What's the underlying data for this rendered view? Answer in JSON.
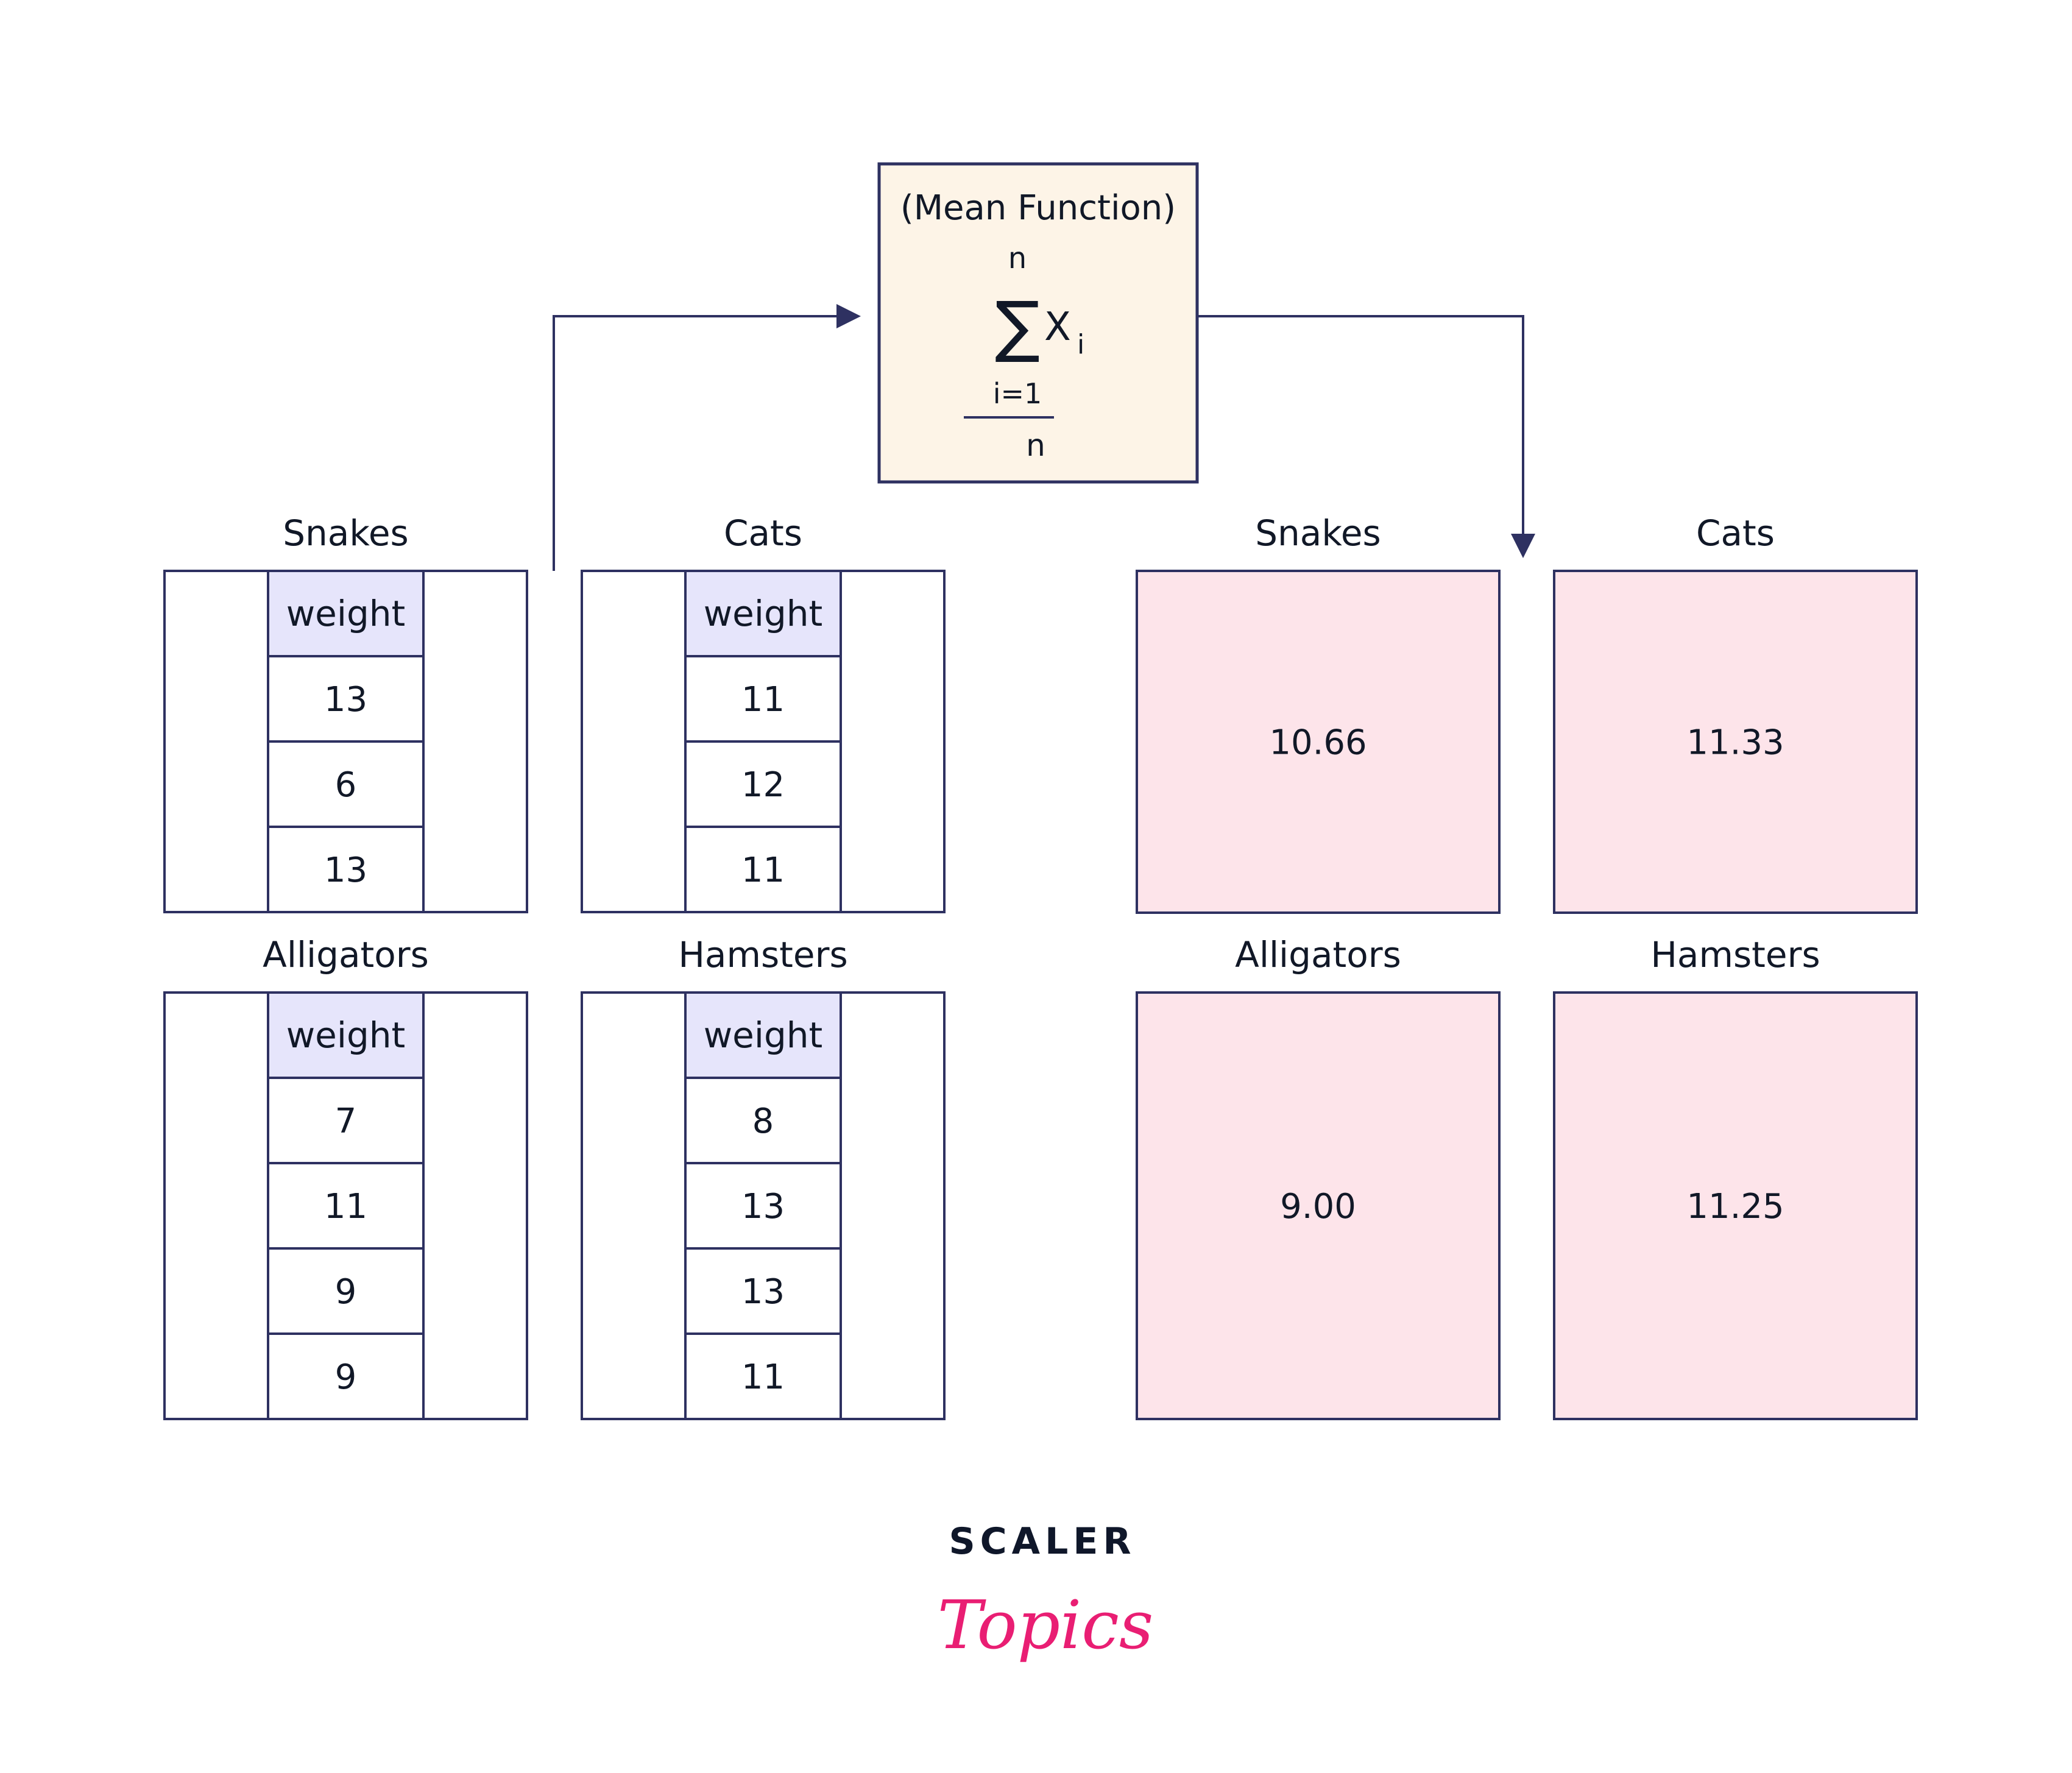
{
  "mean_box": {
    "title": "(Mean Function)",
    "sum_upper": "n",
    "sum_symbol": "∑",
    "term": "X",
    "term_sub": "i",
    "sum_lower": "i=1",
    "denominator": "n"
  },
  "input_tables": [
    {
      "title": "Snakes",
      "header": "weight",
      "values": [
        "13",
        "6",
        "13"
      ]
    },
    {
      "title": "Cats",
      "header": "weight",
      "values": [
        "11",
        "12",
        "11"
      ]
    },
    {
      "title": "Alligators",
      "header": "weight",
      "values": [
        "7",
        "11",
        "9",
        "9"
      ]
    },
    {
      "title": "Hamsters",
      "header": "weight",
      "values": [
        "8",
        "13",
        "13",
        "11"
      ]
    }
  ],
  "results": [
    {
      "title": "Snakes",
      "value": "10.66"
    },
    {
      "title": "Cats",
      "value": "11.33"
    },
    {
      "title": "Alligators",
      "value": "9.00"
    },
    {
      "title": "Hamsters",
      "value": "11.25"
    }
  ],
  "logo": {
    "line1": "SCALER",
    "line2": "Topics"
  },
  "colors": {
    "stroke": "#2e3161",
    "header_fill": "#e6e5fb",
    "result_fill": "#fde4ea",
    "mean_fill": "#fdf4e7",
    "brand_pink": "#e91e73",
    "brand_dark": "#0f172a"
  }
}
